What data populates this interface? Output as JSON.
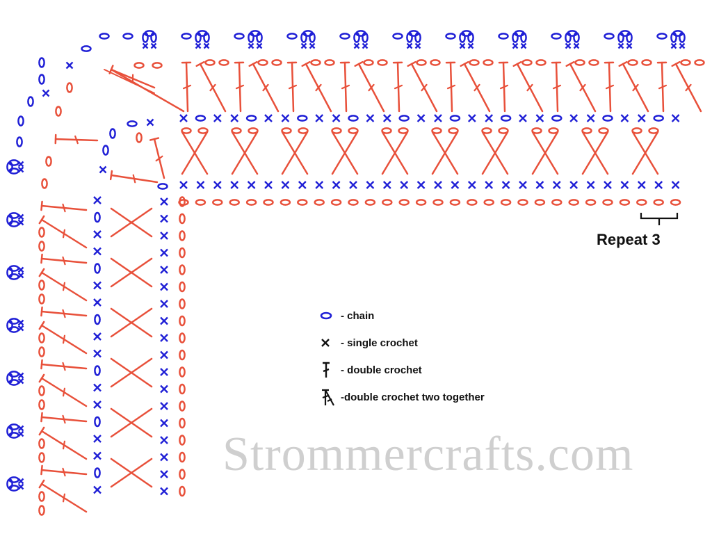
{
  "colors": {
    "blue": "#1f1fd6",
    "red": "#e8503a",
    "text": "#111111",
    "watermark": "#cfcfcf"
  },
  "repeat_label": "Repeat 3",
  "legend": [
    {
      "icon": "chain-symbol-icon",
      "label": "- chain"
    },
    {
      "icon": "single-crochet-symbol-icon",
      "label": "- single crochet"
    },
    {
      "icon": "double-crochet-symbol-icon",
      "label": "- double crochet"
    },
    {
      "icon": "double-crochet-two-together-symbol-icon",
      "label": "-double crochet two together"
    }
  ],
  "watermark": "Strommercrafts.com"
}
